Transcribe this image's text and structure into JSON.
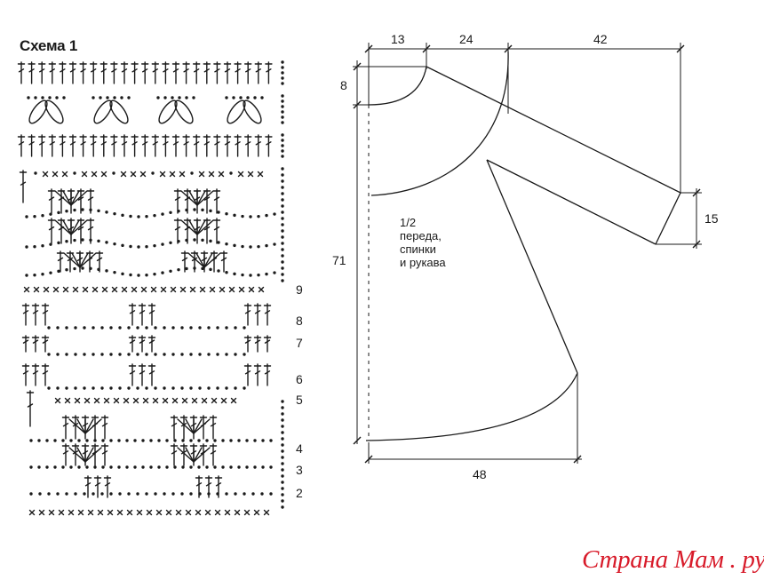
{
  "scheme": {
    "title": "Схема 1",
    "row_numbers": [
      "9",
      "8",
      "7",
      "6",
      "5",
      "4",
      "3",
      "2"
    ]
  },
  "pattern": {
    "dimensions": {
      "top_left": "13",
      "top_mid": "24",
      "top_right": "42",
      "neck_depth": "8",
      "total_length": "71",
      "cuff": "15",
      "bottom_width": "48"
    },
    "label": [
      "1/2",
      "переда,",
      "спинки",
      "и рукава"
    ]
  },
  "watermark": "Страна Мам . ру"
}
